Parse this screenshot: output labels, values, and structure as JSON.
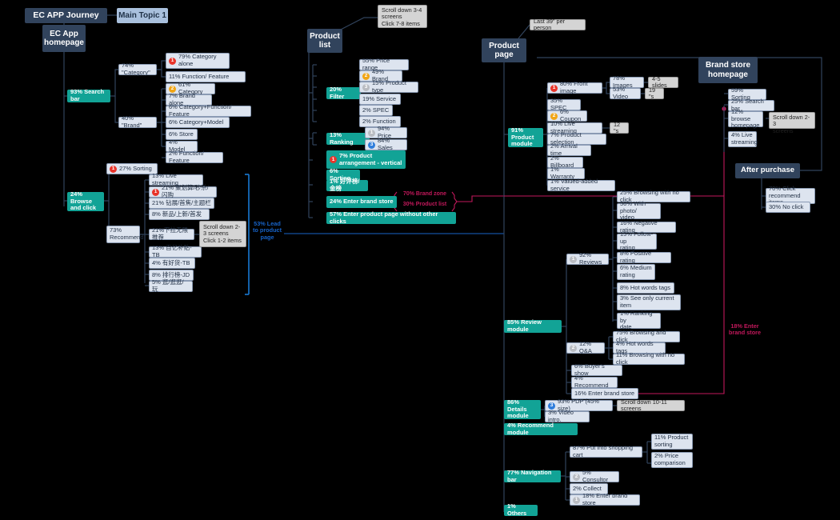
{
  "title": "EC APP Journey",
  "colors": {
    "dark": "#31435c",
    "teal": "#12a396",
    "pale": "#dde4ef",
    "lightblue": "#a9c0dd",
    "blue_text": "#1763c8",
    "pink_text": "#c2185b",
    "badge_red": "#e8342a",
    "badge_orange": "#f1a515",
    "badge_gray": "#b9bcc2",
    "badge_blue": "#2f7ddb"
  },
  "root": {
    "label": "EC APP Journey"
  },
  "main_topic": {
    "label": "Main Topic 1"
  },
  "homepage": {
    "label": "EC App\nhomepage",
    "search_bar": "93% Search bar",
    "browse_click": "24% Browse\nand click",
    "category": "74% \"Category\"",
    "category_children": [
      {
        "badge": "1",
        "badge_color": "red",
        "label": "79% Category\nalone"
      },
      {
        "badge": "",
        "label": "11% Function/ Feature"
      }
    ],
    "brand": "40% \"Brand\"",
    "brand_children": [
      {
        "badge": "2",
        "badge_color": "orange",
        "label": "61% Category"
      },
      {
        "badge": "",
        "label": "7% Brand alone"
      },
      {
        "badge": "",
        "label": "6% Category+Function/ Feature"
      },
      {
        "badge": "",
        "label": "6% Category+Model"
      },
      {
        "badge": "",
        "label": "6% Store"
      },
      {
        "badge": "",
        "label": "4% Model"
      },
      {
        "badge": "",
        "label": "2% Function/ Feature"
      }
    ],
    "sorting": {
      "badge": "1",
      "badge_color": "red",
      "label": "27% Sorting"
    },
    "recommend": "73%\nRecommend",
    "recommend_children": [
      {
        "badge": "",
        "label": "13% Live streaming"
      },
      {
        "badge": "1",
        "badge_color": "red",
        "label": "21% 聚划算/秒杀/闪购"
      },
      {
        "badge": "",
        "label": "21% 钻展/首焦/主题栏"
      },
      {
        "badge": "",
        "label": "8% 新品/上新/首发"
      },
      {
        "badge": "",
        "label": "21%下拉无限推荐"
      },
      {
        "badge": "",
        "label": "13% 百亿补贴-TB"
      },
      {
        "badge": "",
        "label": "4% 有好货-TB"
      },
      {
        "badge": "",
        "label": "8% 排行榜-JD"
      },
      {
        "badge": "",
        "label": "5% 逛/逛逛/玩"
      }
    ],
    "scroll_note": "Scroll down 2-3 screens\nClick 1-2 items",
    "lead_note": "53% Lead\nto product\npage"
  },
  "product_list": {
    "label": "Product\nlist",
    "note": "Scroll down 3-4 screens\nClick 7-8 items",
    "filter": "20% Filter",
    "filter_children": [
      {
        "badge": "",
        "label": "55% Price range"
      },
      {
        "badge": "2",
        "badge_color": "orange",
        "label": "49% Brand"
      },
      {
        "badge": "3",
        "badge_color": "gray",
        "label": "15% Product type"
      },
      {
        "badge": "",
        "label": "19% Service"
      },
      {
        "badge": "",
        "label": "2% SPEC"
      },
      {
        "badge": "",
        "label": "2% Function"
      }
    ],
    "ranking": "13% Ranking",
    "ranking_children": [
      {
        "badge": "1",
        "badge_color": "gray",
        "label": "94% Price"
      },
      {
        "badge": "3",
        "badge_color": "blue",
        "label": "84% Sales"
      }
    ],
    "arrangement": {
      "badge": "1",
      "badge_color": "red",
      "label": "7% Product\narrangement - vertical"
    },
    "sorting": "6% Sorting",
    "good_rating": "1% 好评榜/金榜",
    "enter_brand_store": "24% Enter brand store",
    "brand_split": [
      "70% Brand zone",
      "30% Product list"
    ],
    "enter_product_page": "57% Enter product page without other clicks"
  },
  "product_page": {
    "label": "Product\npage",
    "note": "Last 39\" per person",
    "product_module": "91% Product\nmodule",
    "product_module_children": [
      {
        "badge": "1",
        "badge_color": "red",
        "label": "80% Front image"
      },
      {
        "badge": "",
        "label": "35% SPEC"
      },
      {
        "badge": "2",
        "badge_color": "orange",
        "label": "6% Coupon"
      },
      {
        "badge": "",
        "label": "10% Live streaming"
      },
      {
        "badge": "",
        "label": "7% Product selection"
      },
      {
        "badge": "",
        "label": "2% Arrival time"
      },
      {
        "badge": "",
        "label": "2% Billboard"
      },
      {
        "badge": "",
        "label": "1% Warranty"
      },
      {
        "badge": "",
        "label": "1% Valued-added service"
      }
    ],
    "front_image_children": [
      {
        "label": "78% Images",
        "sub": "4-5 slides"
      },
      {
        "label": "53% Video",
        "sub": "19 \"s"
      }
    ],
    "live_streaming_sub": "12 \"s",
    "review_module": "85% Review module",
    "reviews": {
      "badge": "1",
      "badge_color": "gray",
      "label": "92% Reviews"
    },
    "reviews_children": [
      "25% Browsing with no click",
      "56% With photo/\nvideo",
      "16% Negative rating",
      "15% Follow-up\nrating",
      "8% Positive rating",
      "6% Medium\nrating",
      "8% Hot words tags",
      "3% See only current\nitem",
      "1% Ranking by\ndate"
    ],
    "qa": {
      "badge": "2",
      "badge_color": "gray",
      "label": "12% Q&A"
    },
    "qa_children": [
      "75% Browsing and click",
      "4% Hot words tags",
      "11% Browsing with no click"
    ],
    "review_other": [
      "6% Buyer's show",
      "4% Recommend",
      "16% Enter brand store"
    ],
    "details_module": "86% Details\nmodule",
    "details_children": [
      {
        "badge": "3",
        "badge_color": "blue",
        "label": "93% PDP (45% size)",
        "sub": "Scroll down 10-11 screens"
      },
      {
        "badge": "",
        "label": "3% Video intro.",
        "sub": ""
      }
    ],
    "recommend_module": "4% Recommend module",
    "navigation_bar": "77% Navigation bar",
    "nav_children": [
      {
        "badge": "",
        "label": "87% Put into shopping cart"
      },
      {
        "badge": "2",
        "badge_color": "gray",
        "label": "5% Consultor"
      },
      {
        "badge": "",
        "label": "2% Collect"
      },
      {
        "badge": "1",
        "badge_color": "gray",
        "label": "18% Enter brand store"
      }
    ],
    "cart_children": [
      "11% Product\nsorting",
      "2% Price\ncomparison"
    ],
    "others": "1% Others",
    "enter_brand_store_note": "18% Enter\nbrand store"
  },
  "brand_store": {
    "label": "Brand store\nhomepage",
    "children": [
      "59% Sorting",
      "25% Search bar",
      "12% browse\nhomepage",
      "4% Live\nstreaming"
    ],
    "scroll_note": "Scroll down 2-3\nscreens"
  },
  "after_purchase": {
    "label": "After purchase",
    "children": [
      "70% Click\nrecommend items",
      "30% No click"
    ]
  }
}
